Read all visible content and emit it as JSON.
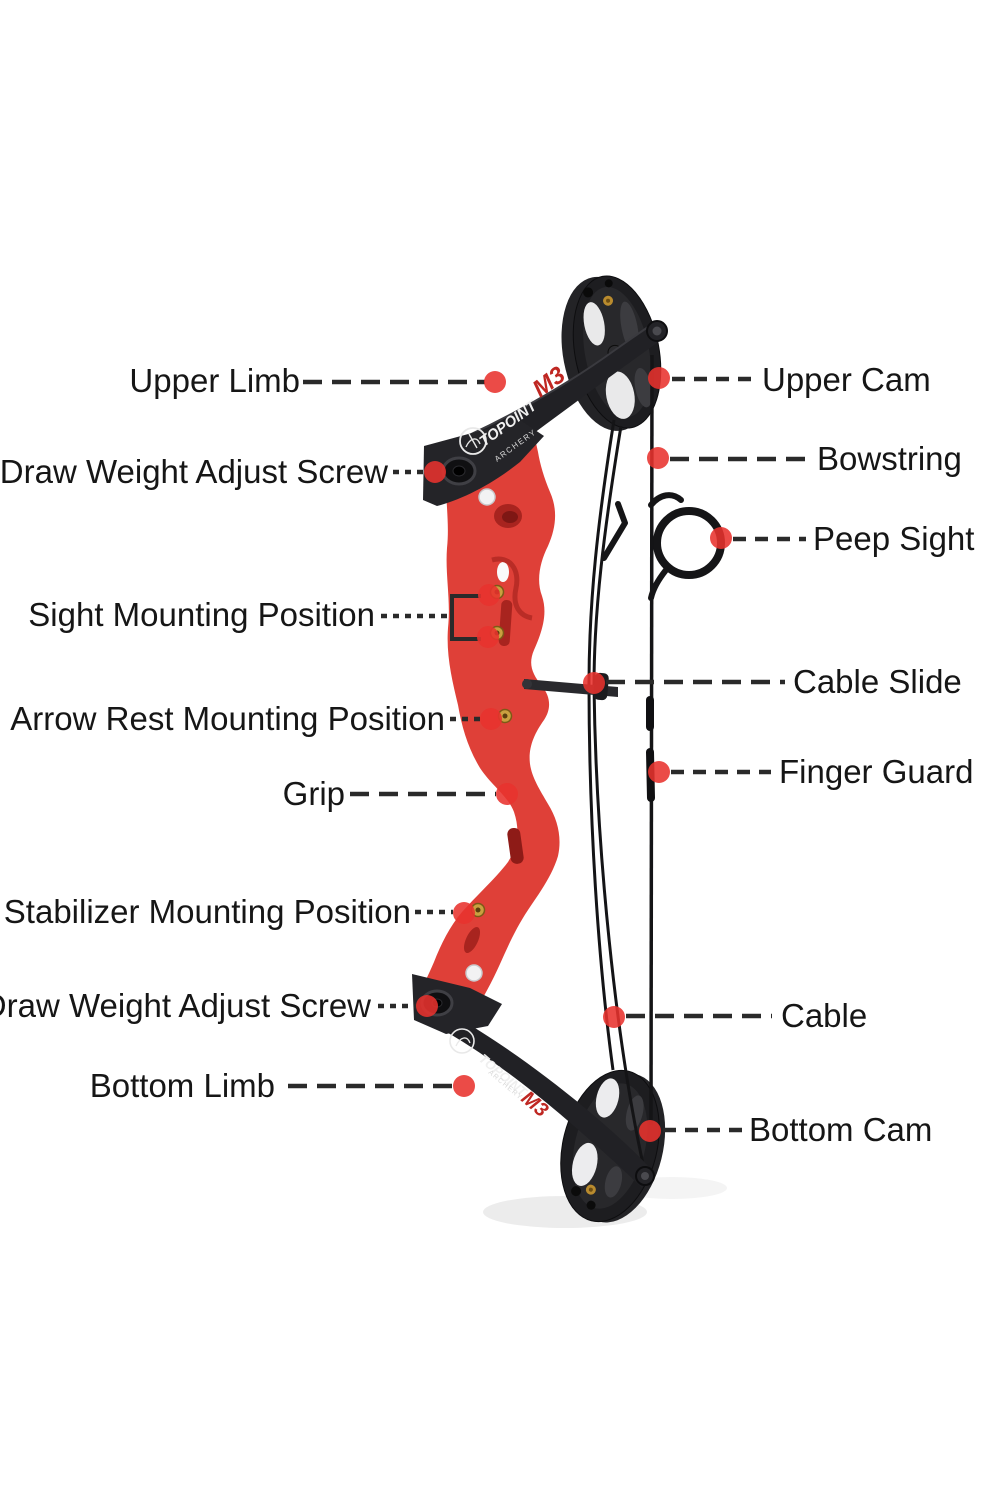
{
  "diagram": {
    "labels": {
      "left": [
        "Upper Limb",
        "Draw Weight Adjust Screw",
        "Sight Mounting Position",
        "Arrow Rest Mounting Position",
        "Grip",
        "Stabilizer Mounting Position",
        "Draw Weight Adjust Screw",
        "Bottom Limb"
      ],
      "right": [
        "Upper Cam",
        "Bowstring",
        "Peep Sight",
        "Cable Slide",
        "Finger Guard",
        "Cable",
        "Bottom Cam"
      ]
    },
    "bow": {
      "brand": "TOPOINT",
      "brand_sub": "ARCHERY",
      "model": "M3",
      "model_lower": "M3"
    },
    "colors": {
      "callout_dot": "#e8322d",
      "leader_line": "#2a2a2a",
      "riser_red": "#df4038",
      "bow_black": "#212125",
      "label_text": "#161616"
    }
  }
}
